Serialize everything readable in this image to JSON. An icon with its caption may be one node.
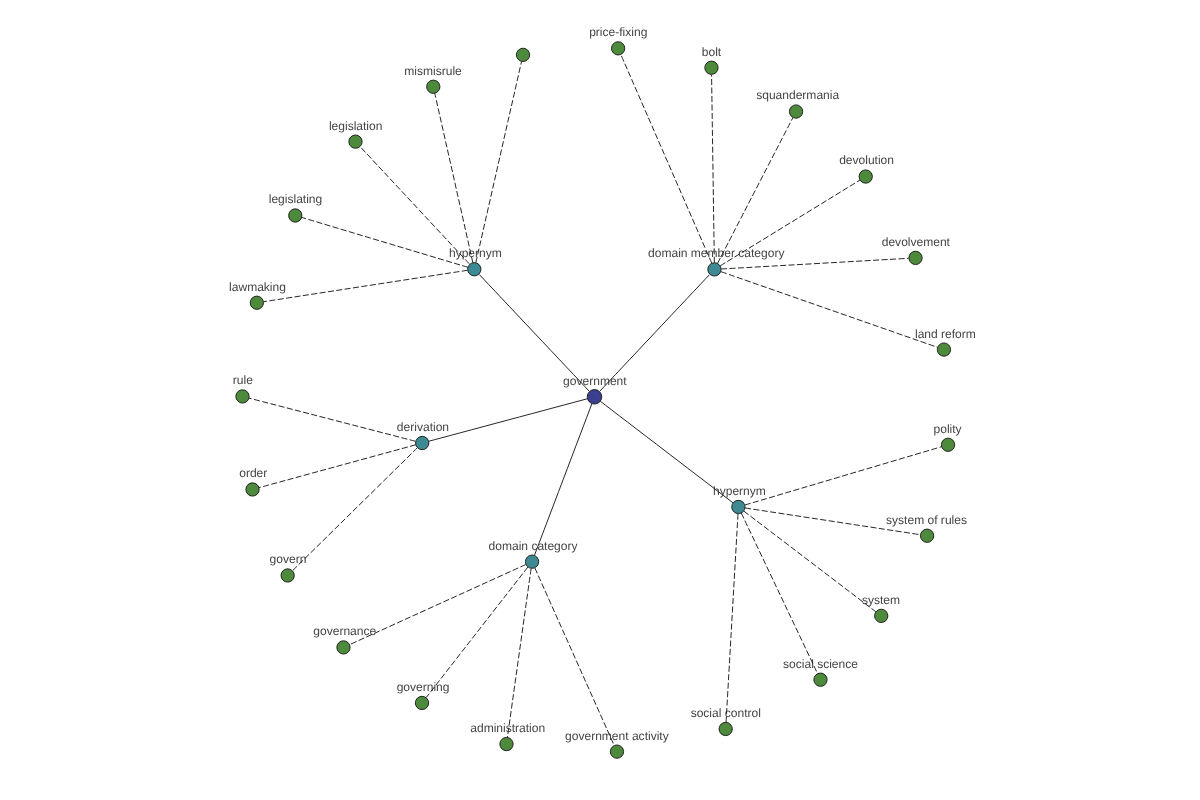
{
  "diagram": {
    "nodes": [
      {
        "text": [
          "government"
        ]
      },
      {
        "text": [
          "domain member category"
        ]
      },
      {
        "text": [
          "land reform"
        ]
      },
      {
        "text": [
          "devolvement"
        ]
      },
      {
        "text": [
          "devolution"
        ]
      },
      {
        "text": [
          "squandermania"
        ]
      },
      {
        "text": [
          "bolt"
        ]
      },
      {
        "text": [
          "price-fixing"
        ]
      },
      {
        "text": [
          "hypernym"
        ]
      },
      {
        "text": [],
        "shape": "circle"
      },
      {
        "text": [
          "mismisrule"
        ]
      },
      {
        "text": [
          "legislation"
        ]
      },
      {
        "text": [
          "legislating"
        ]
      },
      {
        "text": [
          "lawmaking"
        ]
      },
      {
        "text": [
          "derivation"
        ]
      },
      {
        "text": [
          "rule"
        ]
      },
      {
        "text": [
          "order"
        ]
      },
      {
        "text": [
          "govern"
        ]
      },
      {
        "text": [
          "domain category"
        ]
      },
      {
        "text": [
          "governance"
        ]
      },
      {
        "text": [
          "governing"
        ]
      },
      {
        "text": [
          "administration"
        ]
      },
      {
        "text": [
          "government activity"
        ]
      },
      {
        "text": [
          "hypernym"
        ]
      },
      {
        "text": [
          "social control"
        ]
      },
      {
        "text": [
          "social science"
        ]
      },
      {
        "text": [
          "system"
        ]
      },
      {
        "text": [
          "system of rules"
        ]
      },
      {
        "text": [
          "polity"
        ]
      }
    ],
    "edges": [
      {
        "from": 0,
        "to": 1,
        "arrow": "none"
      },
      {
        "from": 0,
        "to": 8,
        "arrow": "none"
      },
      {
        "from": 0,
        "to": 14,
        "arrow": "none"
      },
      {
        "from": 0,
        "to": 18,
        "arrow": "none"
      },
      {
        "from": 0,
        "to": 23,
        "arrow": "none"
      },
      {
        "from": 1,
        "to": 2,
        "arrow": "none",
        "style": "dashed"
      },
      {
        "from": 1,
        "to": 3,
        "arrow": "none",
        "style": "dashed"
      },
      {
        "from": 1,
        "to": 4,
        "arrow": "none",
        "style": "dashed"
      },
      {
        "from": 1,
        "to": 5,
        "arrow": "none",
        "style": "dashed"
      },
      {
        "from": 1,
        "to": 6,
        "arrow": "none",
        "style": "dashed"
      },
      {
        "from": 1,
        "to": 7,
        "arrow": "none",
        "style": "dashed"
      },
      {
        "from": 8,
        "to": 9,
        "arrow": "none",
        "style": "dashed"
      },
      {
        "from": 8,
        "to": 10,
        "arrow": "none",
        "style": "dashed"
      },
      {
        "from": 8,
        "to": 11,
        "arrow": "none",
        "style": "dashed"
      },
      {
        "from": 8,
        "to": 12,
        "arrow": "none",
        "style": "dashed"
      },
      {
        "from": 8,
        "to": 13,
        "arrow": "none",
        "style": "dashed"
      },
      {
        "from": 14,
        "to": 15,
        "arrow": "none",
        "style": "dashed"
      },
      {
        "from": 14,
        "to": 16,
        "arrow": "none",
        "style": "dashed"
      },
      {
        "from": 14,
        "to": 17,
        "arrow": "none",
        "style": "dashed"
      },
      {
        "from": 18,
        "to": 19,
        "arrow": "none",
        "style": "dashed"
      },
      {
        "from": 18,
        "to": 20,
        "arrow": "none",
        "style": "dashed"
      },
      {
        "from": 18,
        "to": 21,
        "arrow": "none",
        "style": "dashed"
      },
      {
        "from": 18,
        "to": 22,
        "arrow": "none",
        "style": "dashed"
      },
      {
        "from": 23,
        "to": 24,
        "arrow": "none",
        "style": "dashed"
      },
      {
        "from": 23,
        "to": 25,
        "arrow": "none",
        "style": "dashed"
      },
      {
        "from": 23,
        "to": 26,
        "arrow": "none",
        "style": "dashed"
      },
      {
        "from": 23,
        "to": 27,
        "arrow": "none",
        "style": "dashed"
      },
      {
        "from": 23,
        "to": 28,
        "arrow": "none",
        "style": "dashed"
      }
    ]
  }
}
